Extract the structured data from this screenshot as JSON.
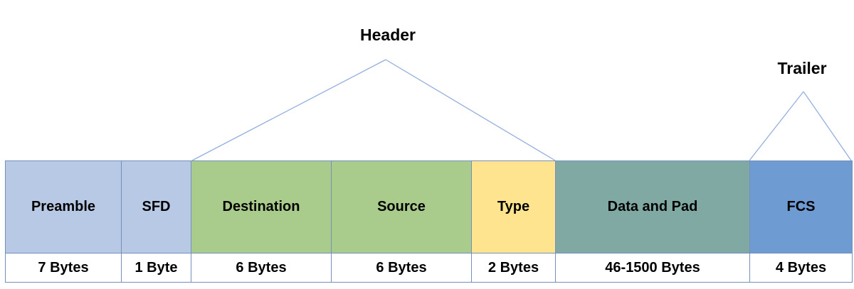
{
  "diagram": {
    "kind": "ethernet-frame-structure",
    "groups": {
      "header": {
        "label": "Header"
      },
      "trailer": {
        "label": "Trailer"
      }
    },
    "fields": [
      {
        "name": "preamble",
        "label": "Preamble",
        "size": "7 Bytes",
        "fill": "#b7c9e5"
      },
      {
        "name": "sfd",
        "label": "SFD",
        "size": "1 Byte",
        "fill": "#b7c9e5"
      },
      {
        "name": "destination",
        "label": "Destination",
        "size": "6 Bytes",
        "fill": "#a9cc8d"
      },
      {
        "name": "source",
        "label": "Source",
        "size": "6 Bytes",
        "fill": "#a9cc8d"
      },
      {
        "name": "type",
        "label": "Type",
        "size": "2 Bytes",
        "fill": "#fee48e"
      },
      {
        "name": "data-and-pad",
        "label": "Data and Pad",
        "size": "46-1500 Bytes",
        "fill": "#80a9a3"
      },
      {
        "name": "fcs",
        "label": "FCS",
        "size": "4 Bytes",
        "fill": "#6f9bd3"
      }
    ],
    "colors": {
      "border": "#7590bd",
      "brace_line": "#94aede",
      "text": "#000000",
      "background": "#ffffff"
    }
  }
}
